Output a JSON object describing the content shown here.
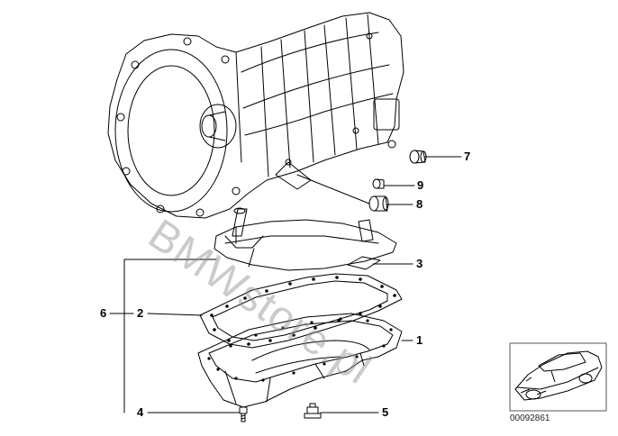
{
  "watermark": "BMWstore.pl",
  "callouts": [
    {
      "id": "c7",
      "label": "7"
    },
    {
      "id": "c9",
      "label": "9"
    },
    {
      "id": "c8",
      "label": "8"
    },
    {
      "id": "c3",
      "label": "3"
    },
    {
      "id": "c6",
      "label": "6"
    },
    {
      "id": "c2",
      "label": "2"
    },
    {
      "id": "c1",
      "label": "1"
    },
    {
      "id": "c4",
      "label": "4"
    },
    {
      "id": "c5",
      "label": "5"
    }
  ],
  "thumbnail": {
    "code": "00092861"
  }
}
